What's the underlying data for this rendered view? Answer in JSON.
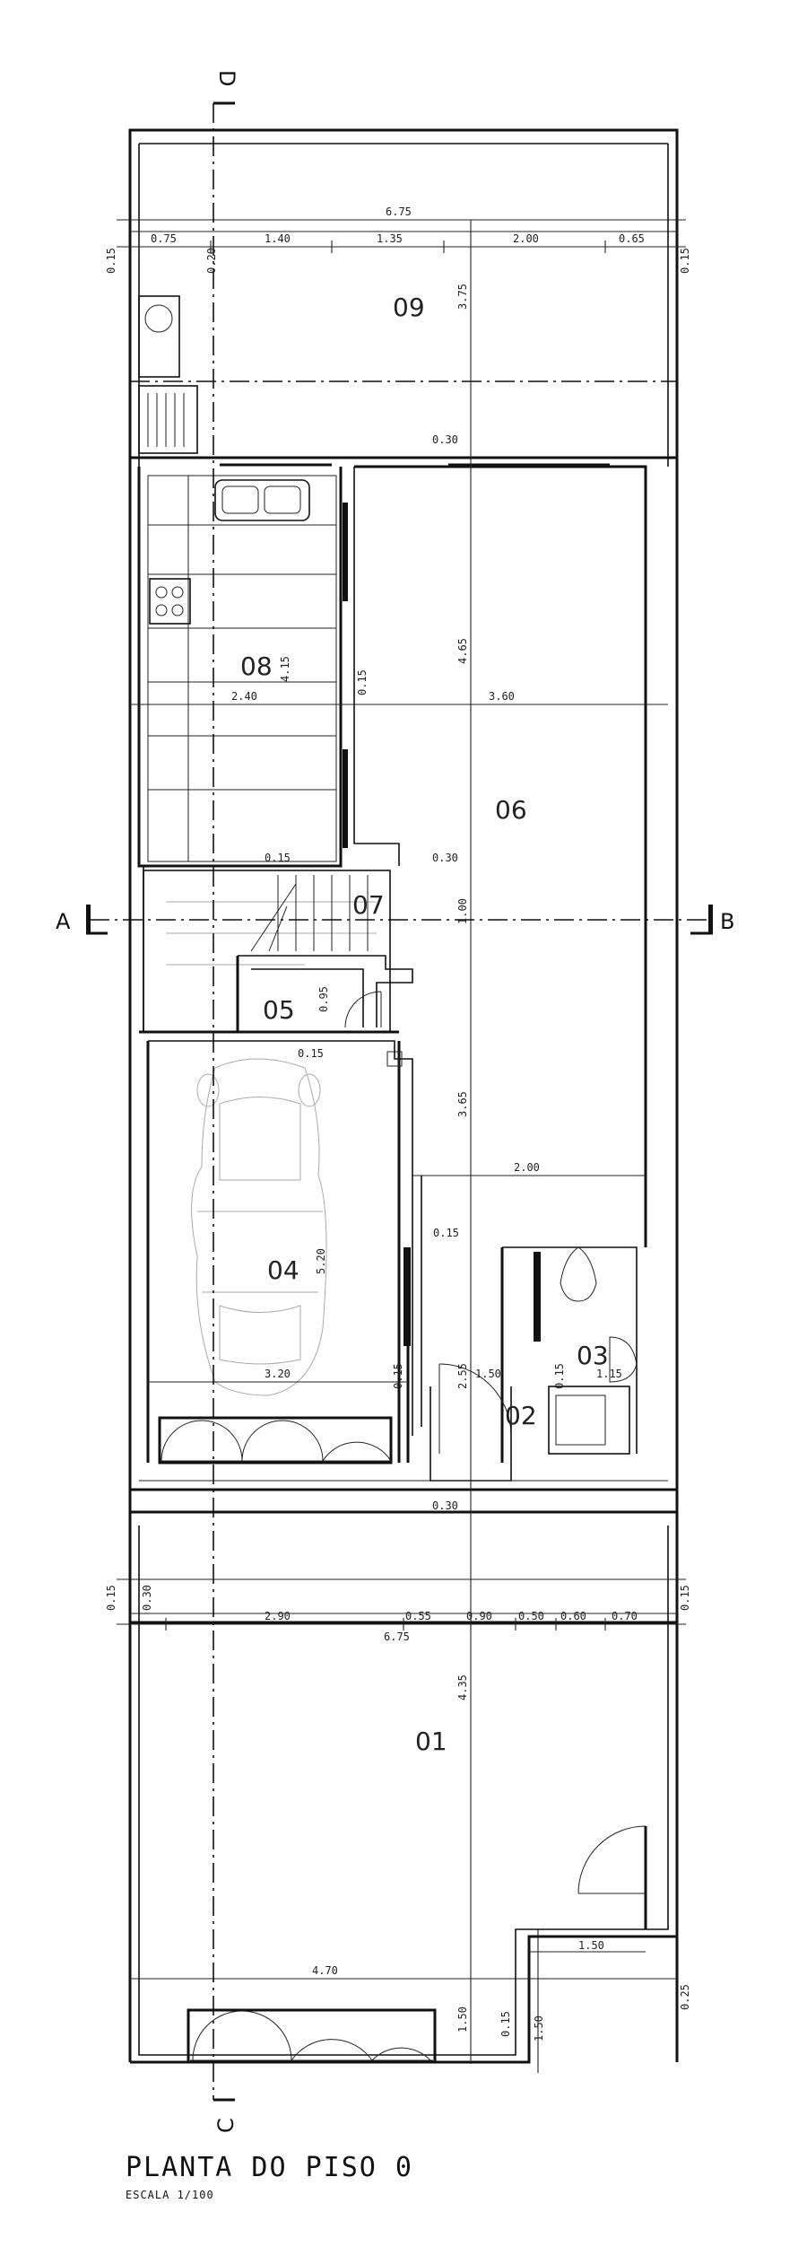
{
  "title": "PLANTA DO PISO 0",
  "scale": "ESCALA 1/100",
  "section_cuts": {
    "a": "A",
    "b": "B",
    "c": "C",
    "d": "D"
  },
  "rooms": {
    "r01": "01",
    "r02": "02",
    "r03": "03",
    "r04": "04",
    "r05": "05",
    "r06": "06",
    "r07": "07",
    "r08": "08",
    "r09": "09"
  },
  "dimensions": {
    "top_total": "6.75",
    "top_0_75": "0.75",
    "top_1_40": "1.40",
    "top_1_35": "1.35",
    "top_2_00": "2.00",
    "top_0_65": "0.65",
    "top_left_0_15": "0.15",
    "top_right_0_15": "0.15",
    "top_0_20": "0.20",
    "top_3_75": "3.75",
    "upper_0_30": "0.30",
    "mid_2_40": "2.40",
    "mid_4_15": "4.15",
    "mid_0_15_a": "0.15",
    "mid_4_65": "4.65",
    "mid_3_60": "3.60",
    "stair_0_15": "0.15",
    "stair_0_30": "0.30",
    "stair_1_00": "1.00",
    "stair_0_95": "0.95",
    "garage_0_15": "0.15",
    "garage_3_65": "3.65",
    "garage_2_00": "2.00",
    "garage_0_15_b": "0.15",
    "garage_5_20": "5.20",
    "garage_3_20": "3.20",
    "garage_0_15_c": "0.15",
    "entry_2_55": "2.55",
    "entry_1_50": "1.50",
    "entry_0_15": "0.15",
    "entry_1_15": "1.15",
    "lower_0_30": "0.30",
    "bot_left_0_15": "0.15",
    "bot_0_30": "0.30",
    "bot_2_90": "2.90",
    "bot_0_55": "0.55",
    "bot_0_90": "0.90",
    "bot_0_50": "0.50",
    "bot_0_60": "0.60",
    "bot_0_70": "0.70",
    "bot_right_0_15": "0.15",
    "bot_total": "6.75",
    "front_4_35": "4.35",
    "front_4_70": "4.70",
    "front_1_50_a": "1.50",
    "front_1_50_b": "1.50",
    "front_0_15": "0.15",
    "front_1_50_c": "1.50",
    "front_0_25": "0.25"
  }
}
